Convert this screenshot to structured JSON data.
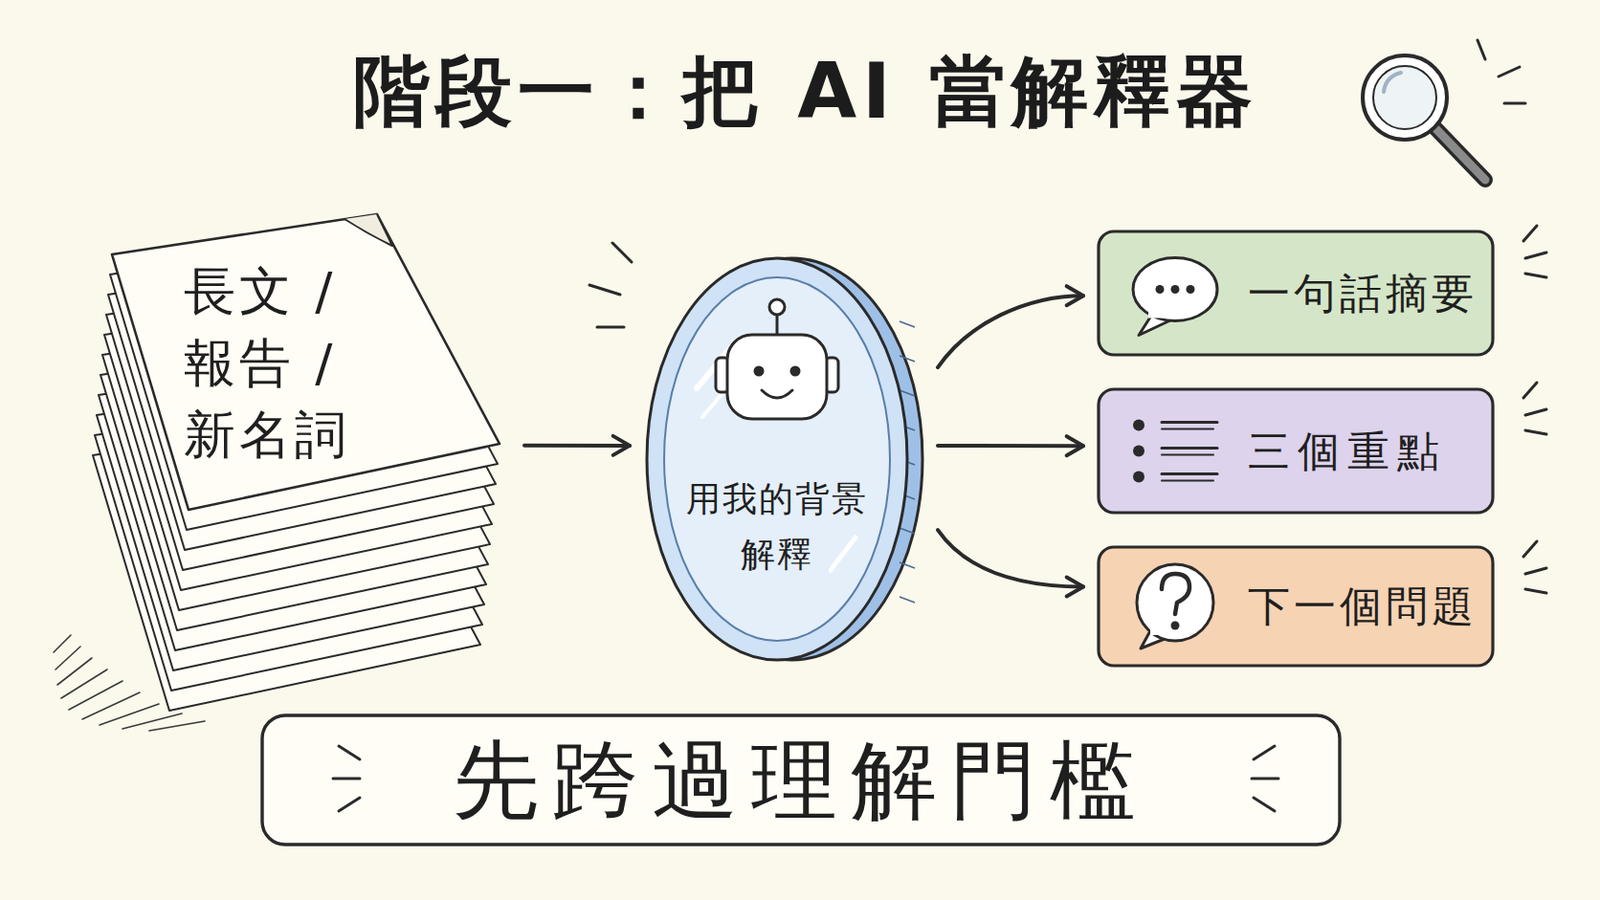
{
  "diagram": {
    "title": "階段一：把 AI 當解釋器",
    "nodes": [
      {
        "text": [
          "長文 / 報告 / 新名詞"
        ]
      },
      {
        "text": [
          "用我的背景 解釋"
        ]
      },
      {
        "text": [
          "一句話摘要"
        ]
      },
      {
        "text": [
          "三個重點"
        ]
      },
      {
        "text": [
          "下一個問題"
        ]
      },
      {
        "text": [
          "先跨過理解門檻"
        ]
      }
    ],
    "edges": [
      {
        "from": 0,
        "to": 1,
        "arrow": "to"
      },
      {
        "from": 1,
        "to": 2,
        "arrow": "to"
      },
      {
        "from": 1,
        "to": 3,
        "arrow": "to"
      },
      {
        "from": 1,
        "to": 4,
        "arrow": "to"
      }
    ]
  }
}
